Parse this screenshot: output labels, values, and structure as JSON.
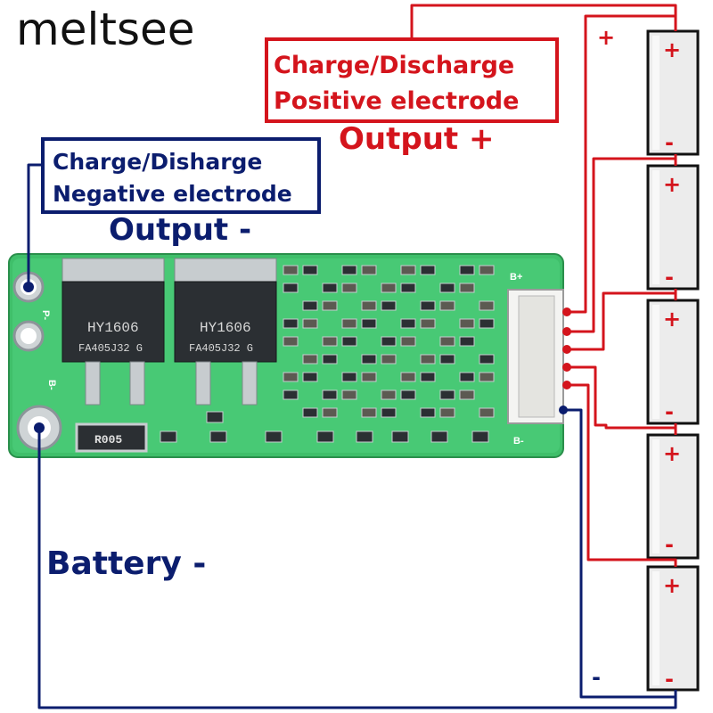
{
  "brand": "meltsee",
  "positive_box": {
    "line1": "Charge/Discharge",
    "line2": "Positive electrode"
  },
  "negative_box": {
    "line1": "Charge/Disharge",
    "line2": "Negative electrode"
  },
  "output_plus": "Output +",
  "output_minus": "Output -",
  "battery_minus": "Battery -",
  "terminal_plus": "+",
  "terminal_minus": "-",
  "cell_plus": "+",
  "cell_minus": "-",
  "board": {
    "mosfet_part": "HY1606",
    "mosfet_code": "FA405J32 G",
    "shunt_label": "R005",
    "pad_labels": [
      "B+",
      "P-",
      "B-",
      "B-"
    ]
  },
  "colors": {
    "positive_wire": "#d4141c",
    "negative_wire": "#0b1d6e",
    "pcb": "#3fbf6a",
    "text": "#111111"
  }
}
